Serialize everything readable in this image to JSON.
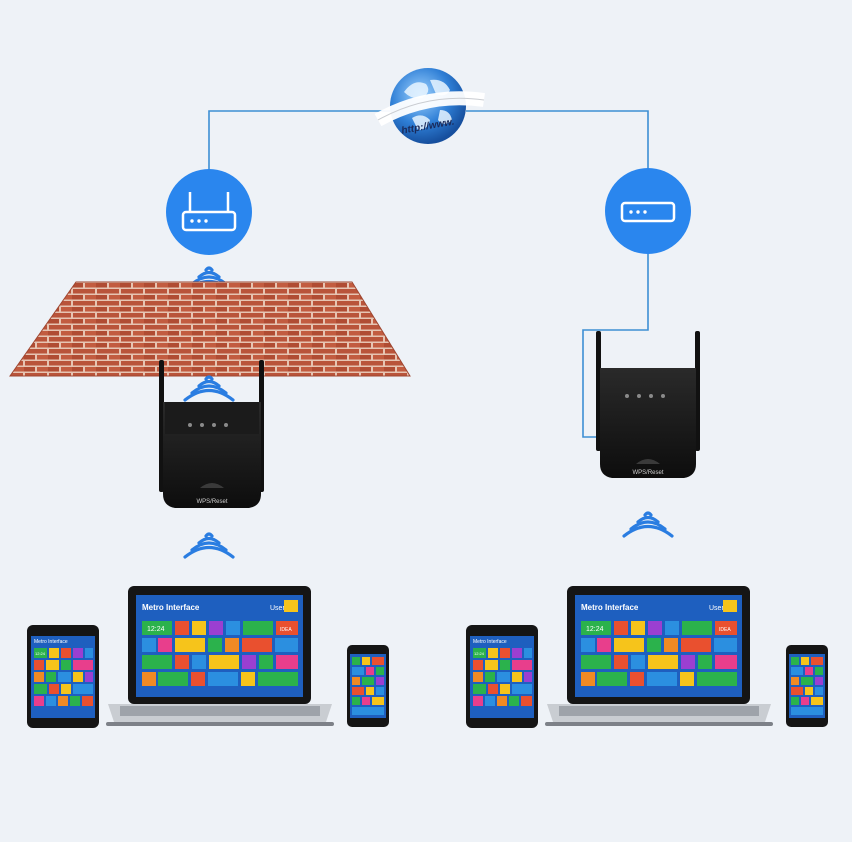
{
  "globe": {
    "url_text": "http://www."
  },
  "extender": {
    "button_label": "WPS/Reset"
  },
  "screens": {
    "laptop_title": "Metro Interface",
    "laptop_user": "User",
    "laptop_time": "12:24",
    "laptop_idea": "IDEA",
    "tablet_title": "Metro Interface",
    "tablet_time": "12:24"
  },
  "colors": {
    "background": "#eef2f7",
    "line": "#3d8fd4",
    "router_circle": "#2a86ee",
    "wifi": "#2a7de1",
    "brick": "#b9543a",
    "mortar": "#e8c9b8",
    "device_body": "#151515",
    "screen_blue": "#1e5fbf"
  },
  "icons": [
    "globe-icon",
    "router-icon",
    "wifi-signal-icon",
    "brick-wall",
    "wifi-extender",
    "laptop",
    "tablet",
    "smartphone"
  ]
}
